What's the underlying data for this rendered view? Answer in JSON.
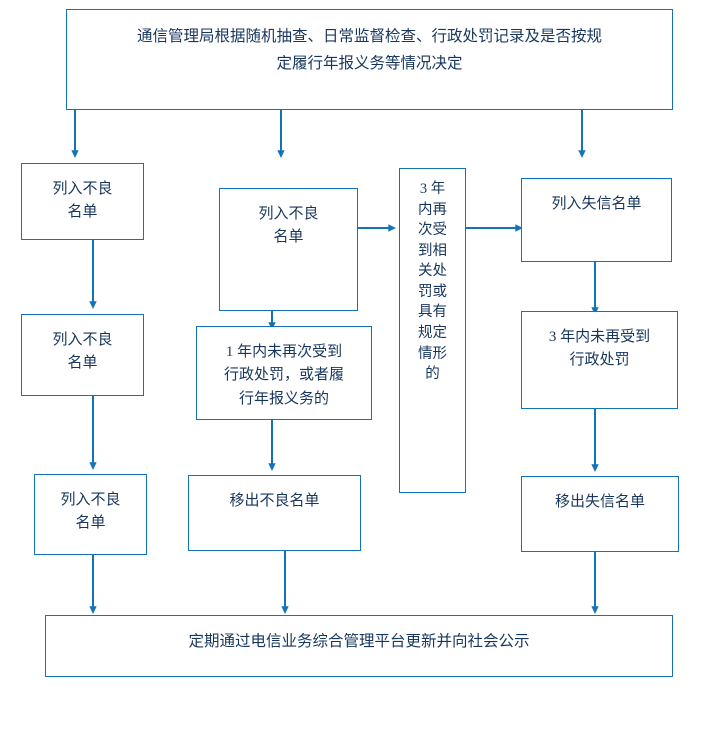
{
  "diagram": {
    "title_text": "通信管理局根据随机抽查、日常监督检查、行政处罚记录及是否按规定履行年报义务等情况决定",
    "accent_color": "#1473b8",
    "text_color": "#17365d",
    "background_color": "#ffffff",
    "nodes": [
      {
        "id": "header",
        "label": "通信管理局根据随机抽查、日常监督检查、行政处罚记录及是否按规\n定履行年报义务等情况决定"
      },
      {
        "id": "left-1",
        "label": "列入不良\n名单"
      },
      {
        "id": "left-2",
        "label": "列入不良\n名单"
      },
      {
        "id": "left-3",
        "label": "列入不良\n名单"
      },
      {
        "id": "mid-1",
        "label": "列入不良\n名单"
      },
      {
        "id": "mid-2",
        "label": "1 年内未再次受到\n行政处罚，或者履\n行年报义务的"
      },
      {
        "id": "mid-3",
        "label": "移出不良名单"
      },
      {
        "id": "center-condition",
        "label": "3 年\n内再\n次受\n到相\n关处\n罚或\n具有\n规定\n情形\n的"
      },
      {
        "id": "right-1",
        "label": "列入失信名单"
      },
      {
        "id": "right-2",
        "label": "3 年内未再受到\n行政处罚"
      },
      {
        "id": "right-3",
        "label": "移出失信名单"
      },
      {
        "id": "bottom-bar",
        "label": "定期通过电信业务综合管理平台更新并向社会公示"
      }
    ],
    "edges": [
      {
        "id": "header-to-left1",
        "from": "header",
        "to": "left-1",
        "direction": "down"
      },
      {
        "id": "header-to-mid1",
        "from": "header",
        "to": "mid-1",
        "direction": "down"
      },
      {
        "id": "header-to-right1",
        "from": "header",
        "to": "right-1",
        "direction": "down"
      },
      {
        "id": "left1-to-left2",
        "from": "left-1",
        "to": "left-2",
        "direction": "down"
      },
      {
        "id": "left2-to-left3",
        "from": "left-2",
        "to": "left-3",
        "direction": "down"
      },
      {
        "id": "left3-to-bottom",
        "from": "left-3",
        "to": "bottom-bar",
        "direction": "down"
      },
      {
        "id": "mid1-to-condition",
        "from": "mid-1",
        "to": "center-condition",
        "direction": "right"
      },
      {
        "id": "mid1-to-mid2",
        "from": "mid-1",
        "to": "mid-2",
        "direction": "down"
      },
      {
        "id": "mid2-to-mid3",
        "from": "mid-2",
        "to": "mid-3",
        "direction": "down"
      },
      {
        "id": "mid3-to-bottom",
        "from": "mid-3",
        "to": "bottom-bar",
        "direction": "down"
      },
      {
        "id": "condition-to-right1",
        "from": "center-condition",
        "to": "right-1",
        "direction": "right"
      },
      {
        "id": "right1-to-right2",
        "from": "right-1",
        "to": "right-2",
        "direction": "down"
      },
      {
        "id": "right2-to-right3",
        "from": "right-2",
        "to": "right-3",
        "direction": "down"
      },
      {
        "id": "right3-to-bottom",
        "from": "right-3",
        "to": "bottom-bar",
        "direction": "down"
      }
    ]
  }
}
